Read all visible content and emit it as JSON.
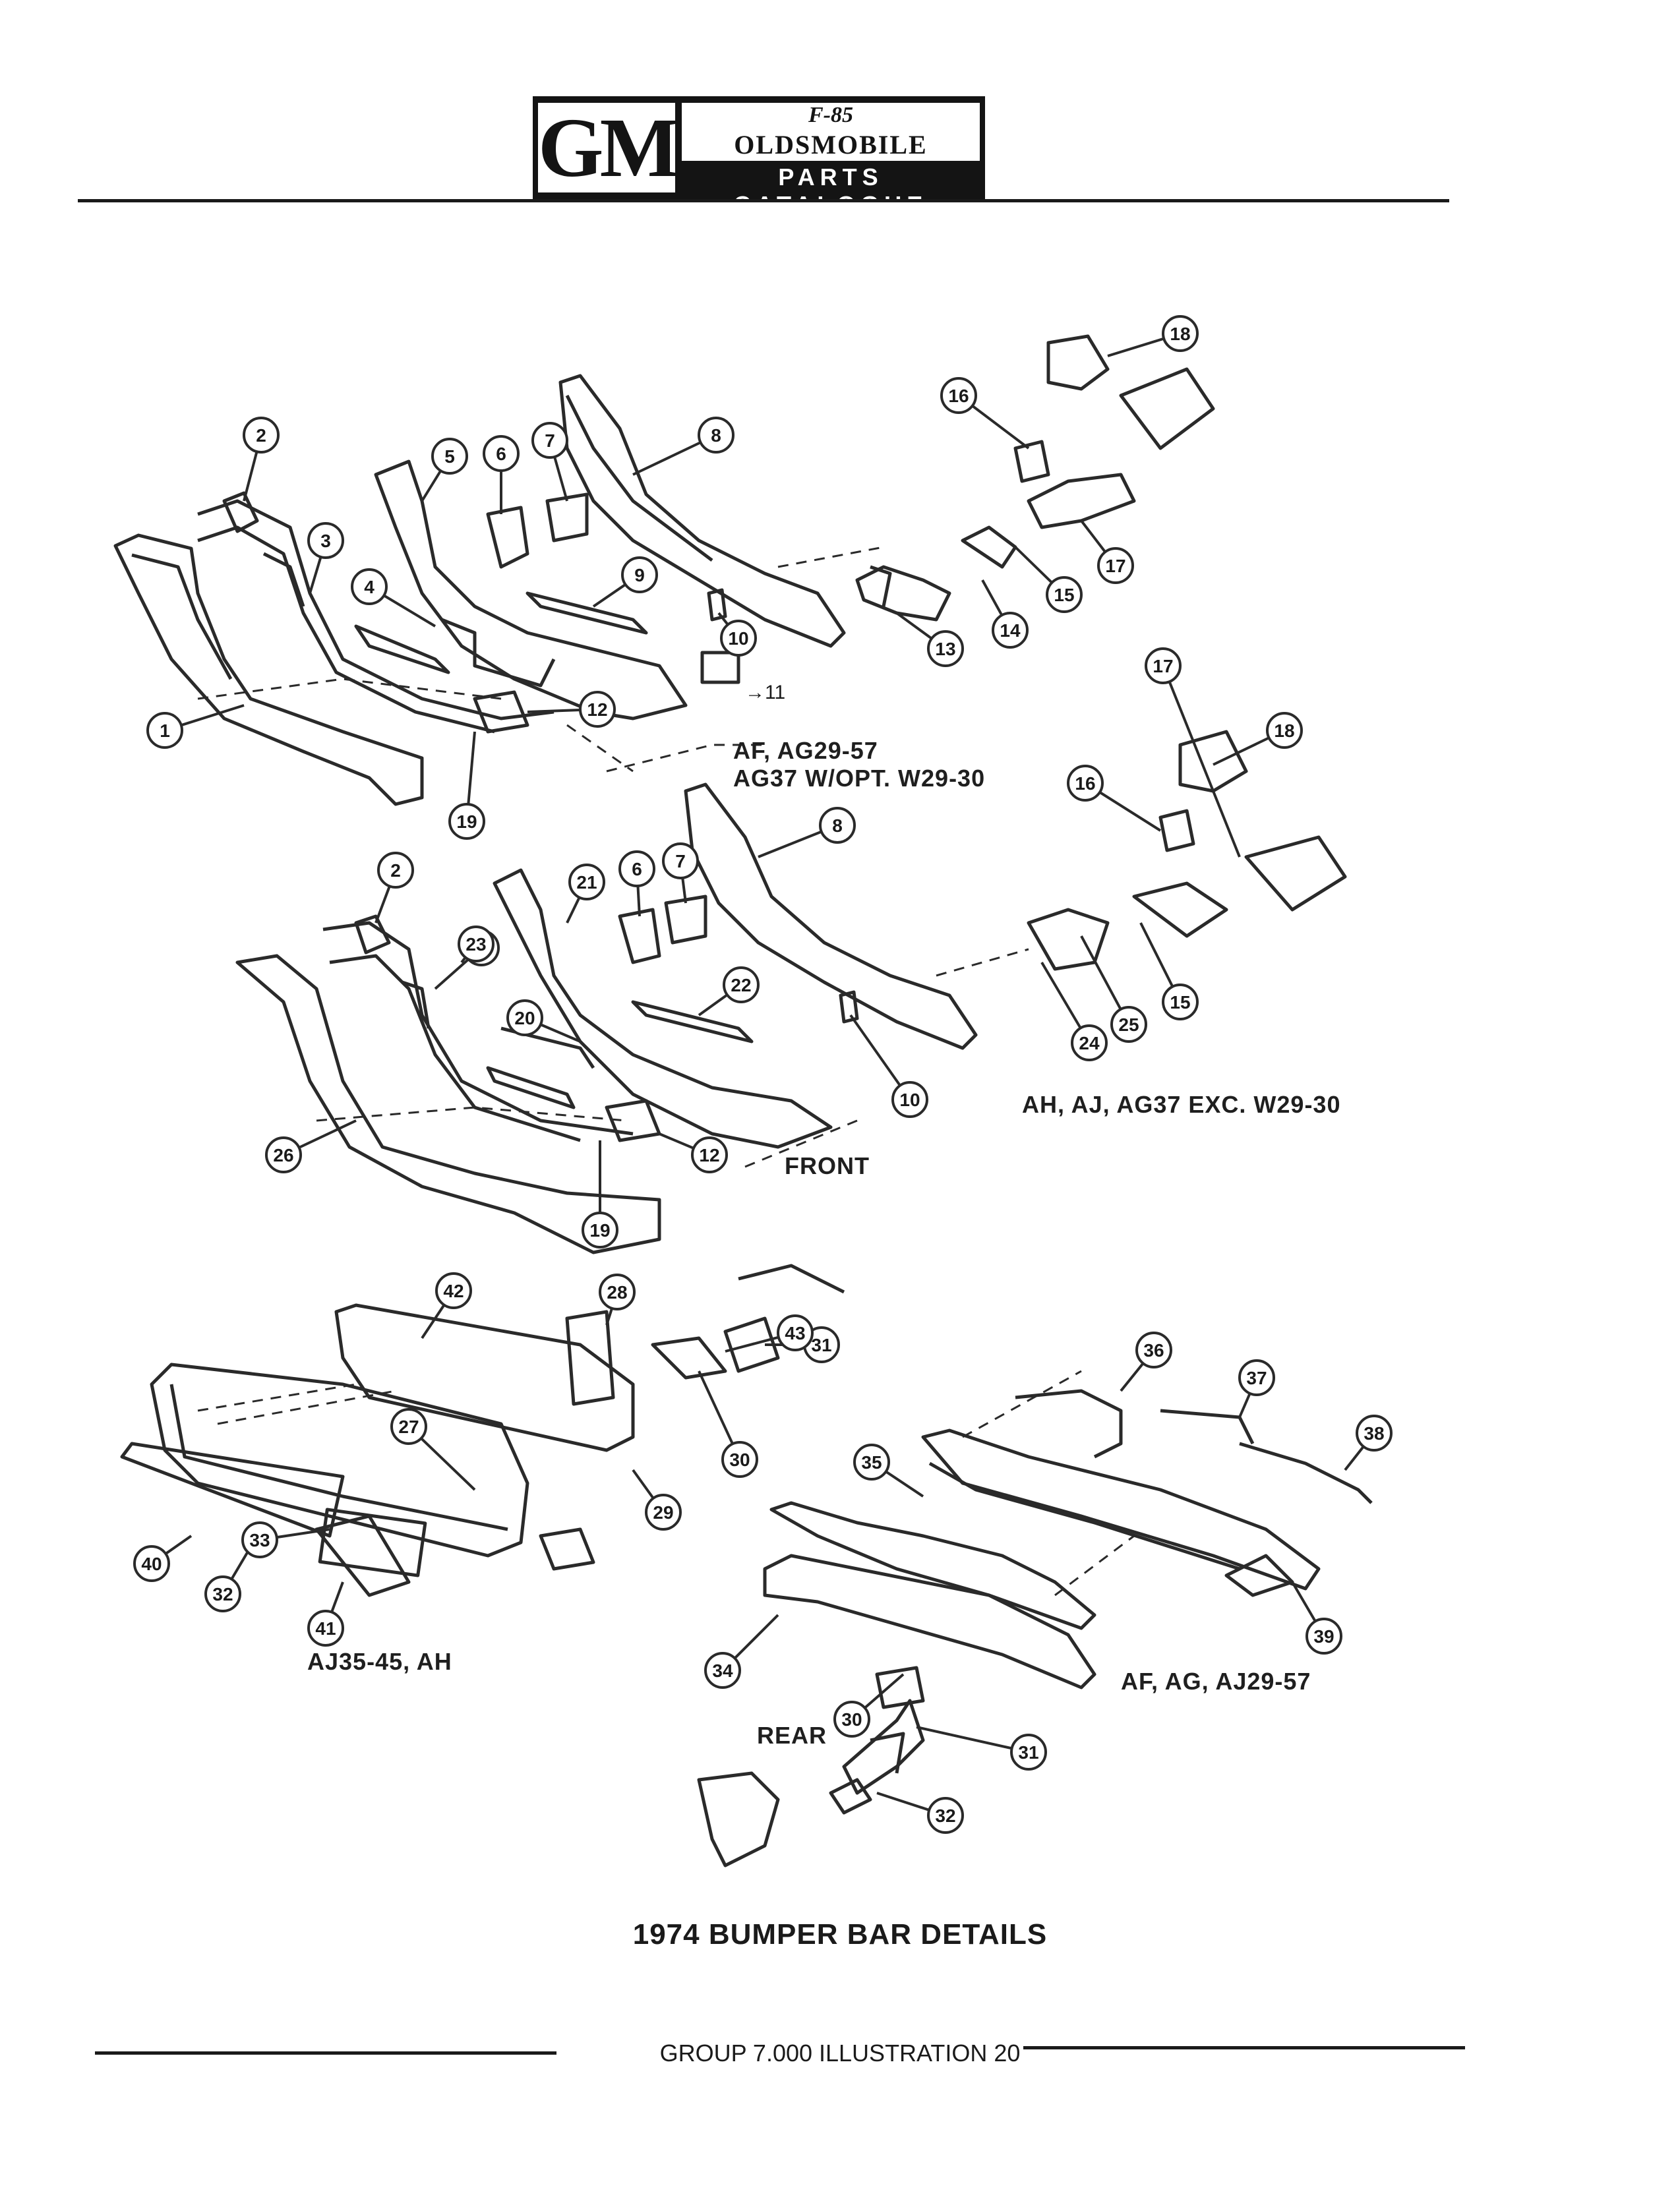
{
  "header": {
    "brand": "GM",
    "model": "F-85",
    "make": "OLDSMOBILE",
    "catalogue": "PARTS CATALOGUE"
  },
  "captions": {
    "upper_front": [
      "AF, AG29-57",
      "AG37 W/OPT. W29-30"
    ],
    "lower_front": "AH, AJ, AG37 EXC. W29-30",
    "front": "FRONT",
    "rear_left": "AJ35-45, AH",
    "rear_right": "AF, AG, AJ29-57",
    "rear": "REAR"
  },
  "callouts": [
    "1",
    "2",
    "3",
    "4",
    "5",
    "6",
    "7",
    "8",
    "9",
    "10",
    "11",
    "12",
    "13",
    "14",
    "15",
    "16",
    "17",
    "18",
    "19",
    "2",
    "3",
    "6",
    "7",
    "8",
    "10",
    "12",
    "15",
    "16",
    "17",
    "18",
    "19",
    "20",
    "21",
    "22",
    "23",
    "24",
    "25",
    "26",
    "27",
    "28",
    "29",
    "30",
    "31",
    "32",
    "33",
    "40",
    "41",
    "42",
    "43",
    "30",
    "31",
    "32",
    "34",
    "35",
    "36",
    "37",
    "38",
    "39"
  ],
  "title": "1974 BUMPER BAR DETAILS",
  "footer": "GROUP 7.000 ILLUSTRATION 20"
}
